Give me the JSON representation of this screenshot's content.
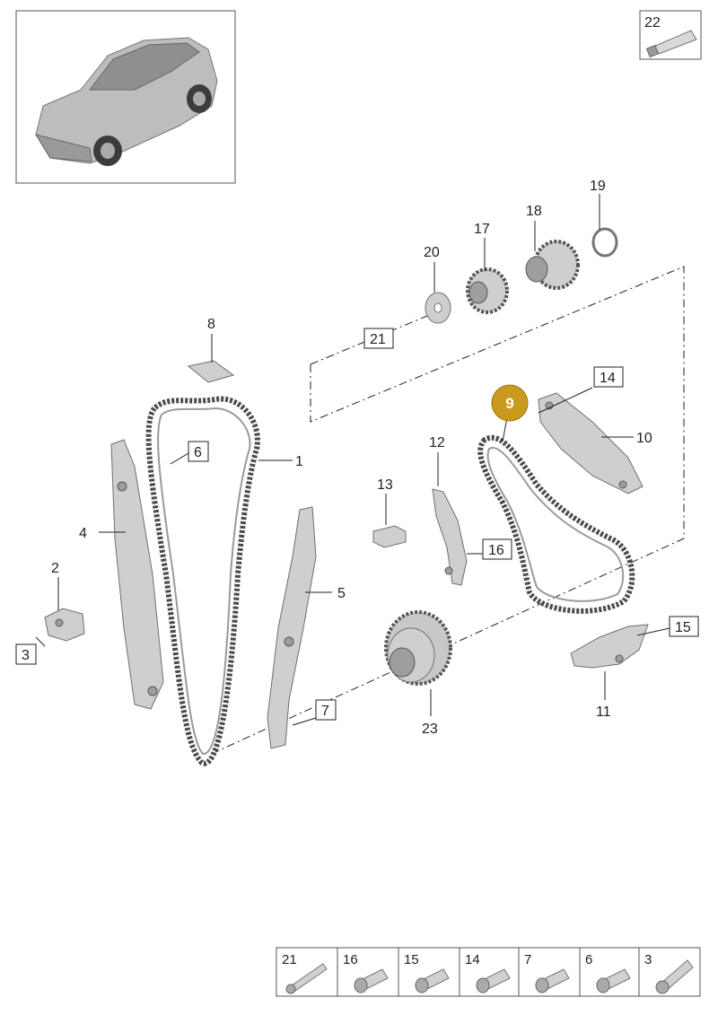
{
  "callouts": {
    "c1": "1",
    "c2": "2",
    "c3": "3",
    "c4": "4",
    "c5": "5",
    "c6": "6",
    "c7": "7",
    "c8": "8",
    "c9": "9",
    "c10": "10",
    "c11": "11",
    "c12": "12",
    "c13": "13",
    "c14": "14",
    "c15": "15",
    "c16": "16",
    "c17": "17",
    "c18": "18",
    "c19": "19",
    "c20": "20",
    "c21": "21",
    "c22": "22",
    "c23": "23"
  },
  "fastener_strip": [
    "21",
    "16",
    "15",
    "14",
    "7",
    "6",
    "3"
  ],
  "colors": {
    "highlight": "#c99a1e",
    "line": "#222222",
    "part": "#cfcfcf"
  }
}
